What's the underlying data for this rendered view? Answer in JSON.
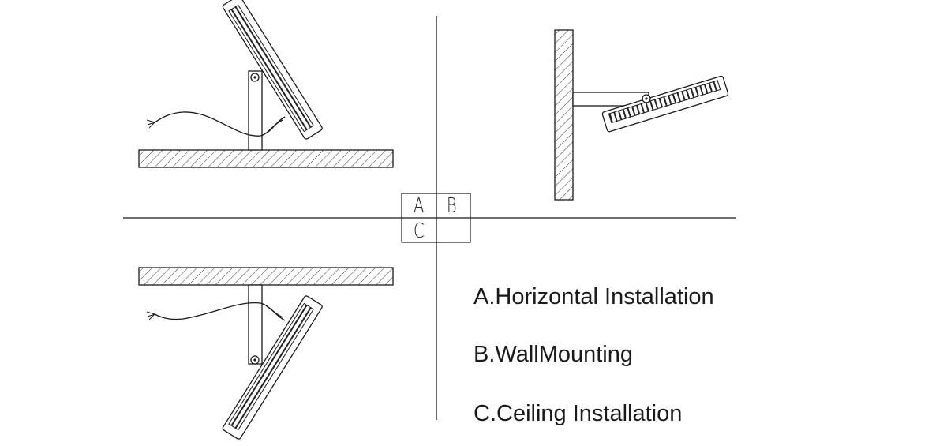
{
  "quadrant_labels": {
    "a": "A",
    "b": "B",
    "c": "C"
  },
  "legend": [
    {
      "key": "A",
      "text": "A.Horizontal Installation"
    },
    {
      "key": "B",
      "text": "B.WallMounting"
    },
    {
      "key": "C",
      "text": "C.Ceiling Installation"
    }
  ],
  "colors": {
    "line": "#1a1a1a",
    "hatch": "#333333"
  }
}
